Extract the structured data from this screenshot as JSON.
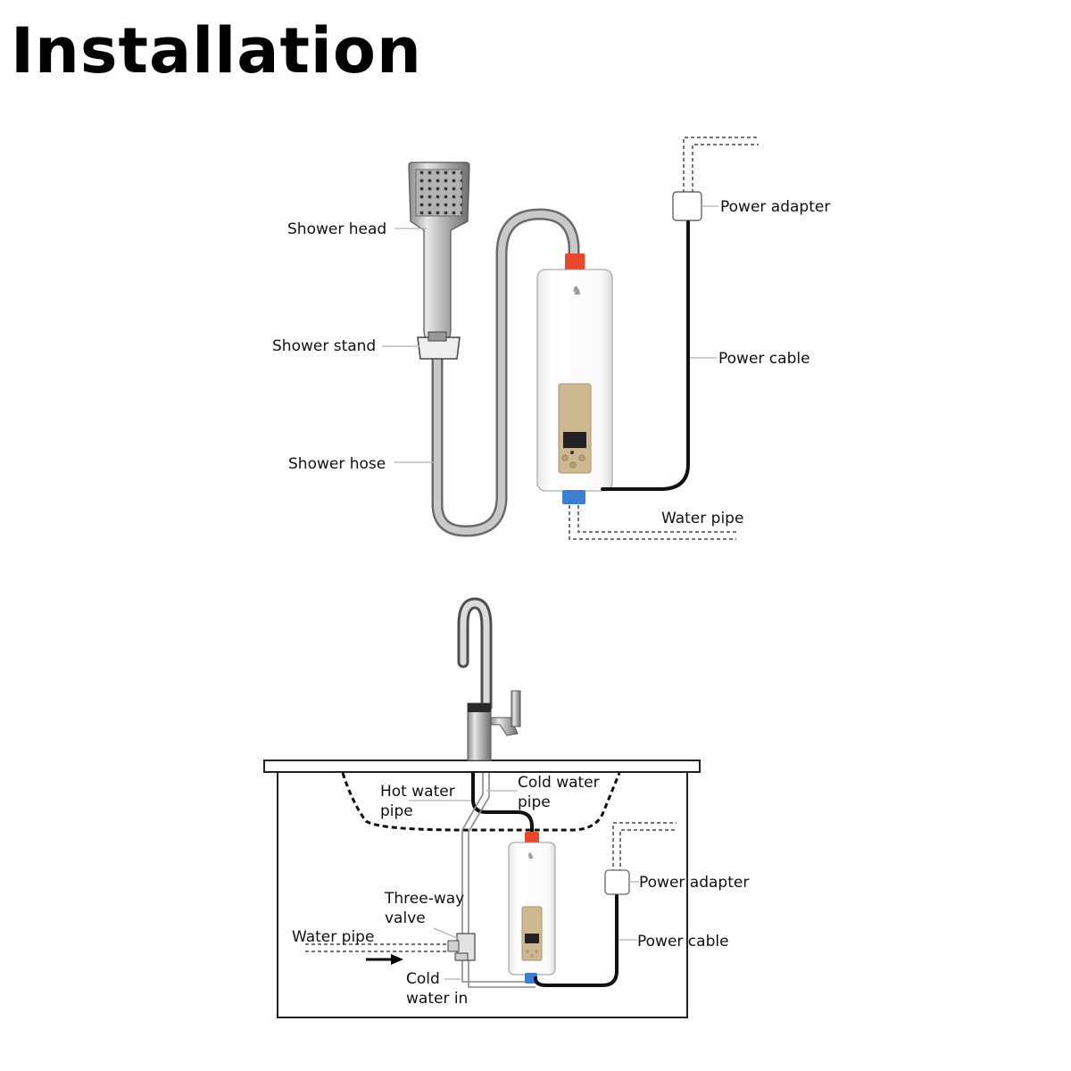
{
  "title": "Installation",
  "shower_setup": {
    "labels": {
      "shower_head": "Shower head",
      "shower_stand": "Shower stand",
      "shower_hose": "Shower hose",
      "power_adapter": "Power adapter",
      "power_cable": "Power cable",
      "water_pipe": "Water pipe"
    }
  },
  "sink_setup": {
    "labels": {
      "hot_water_pipe_l1": "Hot water",
      "hot_water_pipe_l2": "pipe",
      "cold_water_pipe_l1": "Cold water",
      "cold_water_pipe_l2": "pipe",
      "three_way_valve_l1": "Three-way",
      "three_way_valve_l2": "valve",
      "water_pipe": "Water pipe",
      "cold_water_in_l1": "Cold",
      "cold_water_in_l2": "water in",
      "power_adapter": "Power adapter",
      "power_cable": "Power cable"
    }
  },
  "colors": {
    "hot_connector": "#e8472b",
    "cold_connector": "#3b7fd0",
    "control_panel": "#cdb891",
    "heater_body": "#ffffff"
  }
}
